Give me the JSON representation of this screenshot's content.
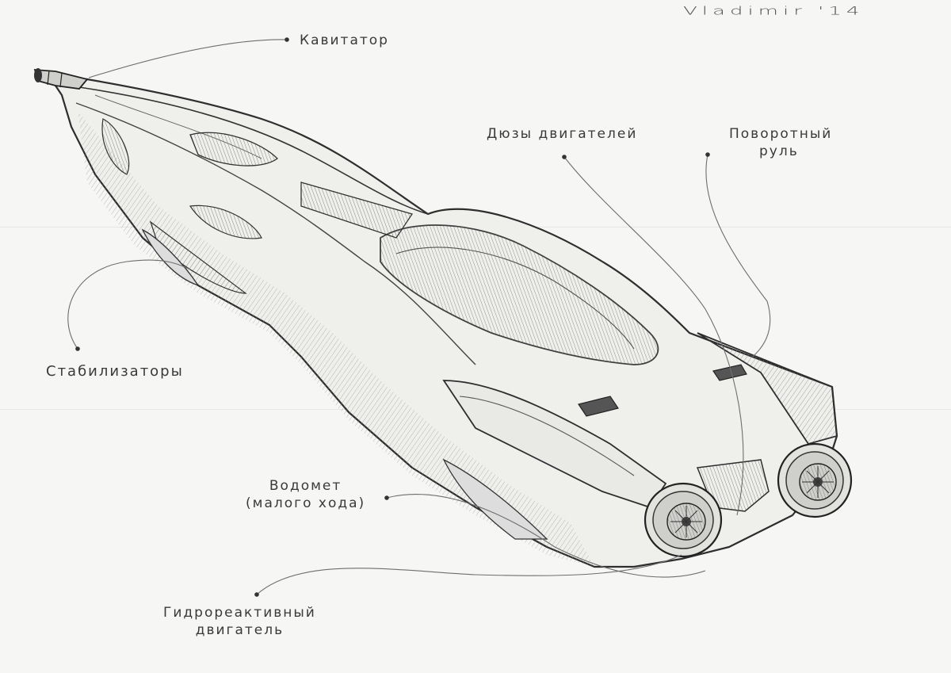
{
  "signature": "Vladimir '14",
  "labels": {
    "cavitator": "Кавитатор",
    "engine_nozzles": "Дюзы двигателей",
    "rudder": [
      "Поворотный",
      "руль"
    ],
    "stabilizers": "Стабилизаторы",
    "waterjet": [
      "Водомет",
      "(малого хода)"
    ],
    "hydrojet_engine": [
      "Гидрореактивный",
      "двигатель"
    ]
  },
  "colors": {
    "paper": "#f6f6f4",
    "pencil": "#3a3a3a",
    "shade": "#9a9a9a"
  }
}
